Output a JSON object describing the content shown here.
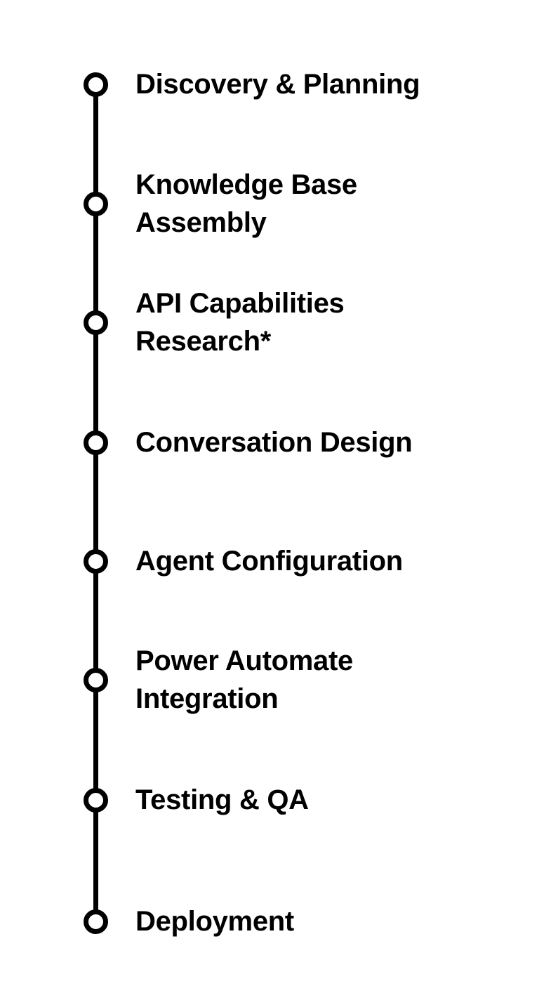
{
  "timeline": {
    "direction": "vertical",
    "colors": {
      "background": "#ffffff",
      "line": "#000000",
      "node_stroke": "#000000",
      "node_fill": "#ffffff",
      "text": "#000000"
    },
    "items": [
      {
        "label": "Discovery & Planning",
        "lines": [
          "Discovery & Planning"
        ]
      },
      {
        "label": "Knowledge Base Assembly",
        "lines": [
          "Knowledge Base",
          "Assembly"
        ]
      },
      {
        "label": "API Capabilities Research*",
        "lines": [
          "API Capabilities",
          "Research*"
        ]
      },
      {
        "label": "Conversation Design",
        "lines": [
          "Conversation Design"
        ]
      },
      {
        "label": "Agent Configuration",
        "lines": [
          "Agent Configuration"
        ]
      },
      {
        "label": "Power Automate Integration",
        "lines": [
          "Power Automate",
          "Integration"
        ]
      },
      {
        "label": "Testing & QA",
        "lines": [
          "Testing & QA"
        ]
      },
      {
        "label": "Deployment",
        "lines": [
          "Deployment"
        ]
      }
    ]
  }
}
